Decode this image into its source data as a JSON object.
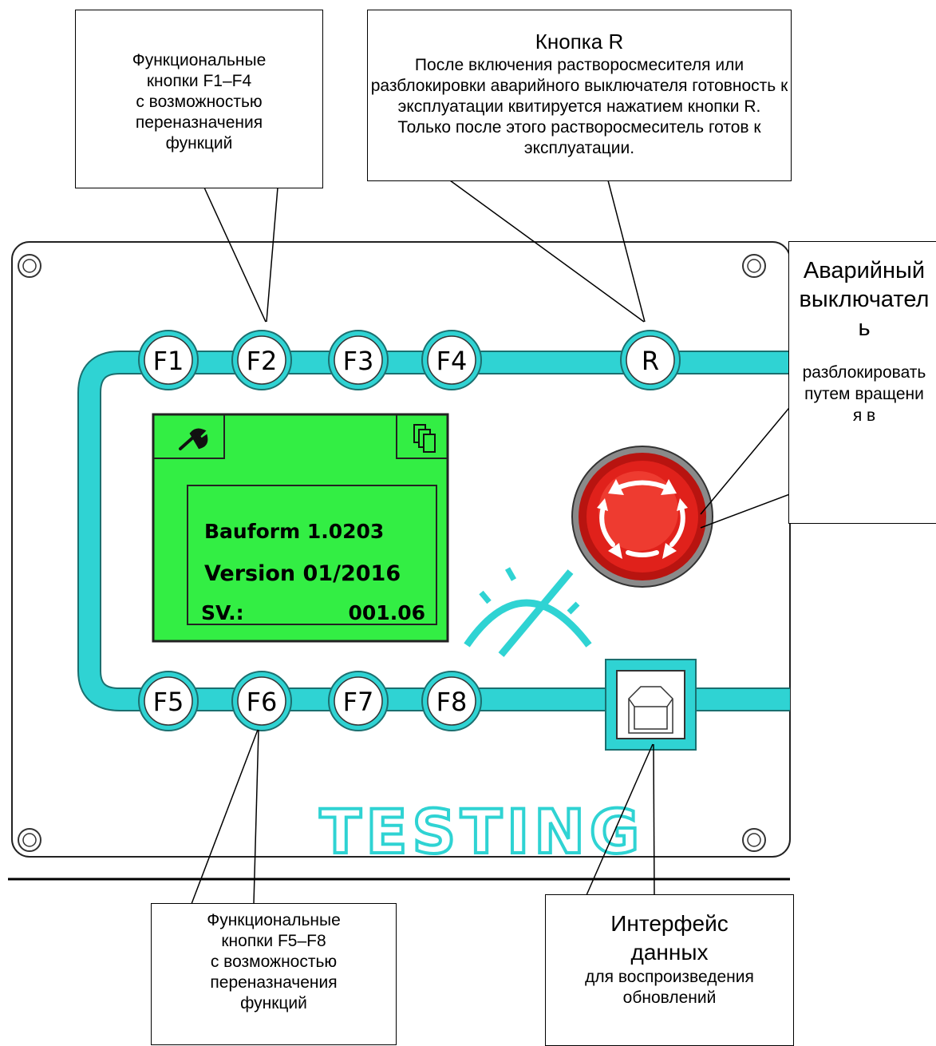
{
  "callouts": {
    "f1_f4": {
      "lines": [
        "Функциональные",
        "кнопки F1–F4",
        "с возможностью",
        "переназначения",
        "функций"
      ]
    },
    "r_button": {
      "title": "Кнопка R",
      "lines": [
        "После включения растворосмесителя или",
        "разблокировки аварийного выключателя готовность к",
        "эксплуатации квитируется нажатием кнопки R.",
        "Только после этого растворосмеситель готов к",
        "эксплуатации."
      ]
    },
    "emergency": {
      "title": "Аварийный выключатель",
      "text": "разблокировать путем вращения в"
    },
    "f5_f8": {
      "lines": [
        "Функциональные",
        "кнопки F5–F8",
        "с возможностью",
        "переназначения",
        "функций"
      ]
    },
    "data_interface": {
      "title_lines": [
        "Интерфейс",
        "данных"
      ],
      "lines": [
        "для воспроизведения",
        "обновлений"
      ]
    }
  },
  "panel": {
    "buttons_top": [
      "F1",
      "F2",
      "F3",
      "F4",
      "R"
    ],
    "buttons_bottom": [
      "F5",
      "F6",
      "F7",
      "F8"
    ],
    "lcd": {
      "line1": "Bauform 1.0203",
      "line2": "Version 01/2016",
      "line3_label": "SV.:",
      "line3_value": "001.06"
    },
    "logo": "TESTING"
  },
  "colors": {
    "cyan": "#2fd3d3",
    "lcd_green": "#33ee44",
    "estop_red": "#e0211b",
    "line": "#000000"
  }
}
